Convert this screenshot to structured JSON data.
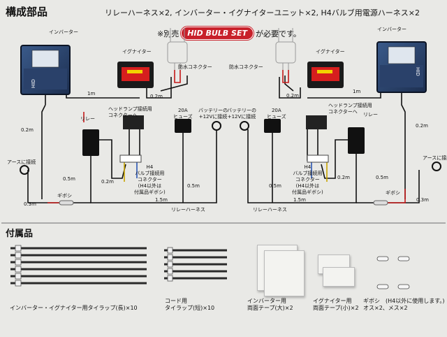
{
  "header": {
    "title": "構成部品",
    "contents": "リレーハーネス×2, インバーター・イグナイターユニット×2, H4バルブ用電源ハーネス×2",
    "note_prefix": "※別売",
    "note_badge": "HID BULB SET",
    "note_suffix": "が必要です。"
  },
  "diagram": {
    "left": {
      "inverter": "インバーター",
      "igniter": "イグナイター",
      "relay": "リレー",
      "headlamp_connector": "ヘッドランプ接続用\nコネクターへ",
      "fuse": "20A\nヒューズ",
      "battery": "バッテリーの\n+12Vに接続",
      "earth": "アースに接続",
      "h4_connector": "H4\nバルブ接続用\nコネクター\n(H4以外は\n付属品ギボシ)",
      "giboshi": "ギボシ",
      "relay_harness": "リレーハーネス",
      "waterproof": "防水コネクター",
      "len_1m": "1m",
      "len_02m_a": "0.2m",
      "len_02m_b": "0.2m",
      "len_02m_c": "0.2m",
      "len_05m_a": "0.5m",
      "len_05m_b": "0.5m",
      "len_03m": "0.3m",
      "len_15m": "1.5m"
    },
    "right": {
      "inverter": "インバーター",
      "igniter": "イグナイター",
      "relay": "リレー",
      "headlamp_connector": "ヘッドランプ接続用\nコネクターへ",
      "fuse": "20A\nヒューズ",
      "battery": "バッテリーの\n+12Vに接続",
      "earth": "アースに接続",
      "h4_connector": "H4\nバルブ接続用\nコネクター\n(H4以外は\n付属品ギボシ)",
      "giboshi": "ギボシ",
      "relay_harness": "リレーハーネス",
      "waterproof": "防水コネクター",
      "len_1m": "1m",
      "len_02m_a": "0.2m",
      "len_02m_b": "0.2m",
      "len_02m_c": "0.2m",
      "len_05m_a": "0.5m",
      "len_05m_b": "0.5m",
      "len_03m": "0.3m",
      "len_15m": "1.5m"
    },
    "unit_label": "HID"
  },
  "accessories": {
    "title": "付属品",
    "items": [
      {
        "label": "インバーター・イグナイター用タイラップ(長)×10"
      },
      {
        "label": "コード用\nタイラップ(短)×10"
      },
      {
        "label": "インバーター用\n両面テープ(大)×2"
      },
      {
        "label": "イグナイター用\n両面テープ(小)×2"
      },
      {
        "label": "ギボシ　(H4以外に使用します。)\nオス×2、メス×2"
      }
    ]
  }
}
